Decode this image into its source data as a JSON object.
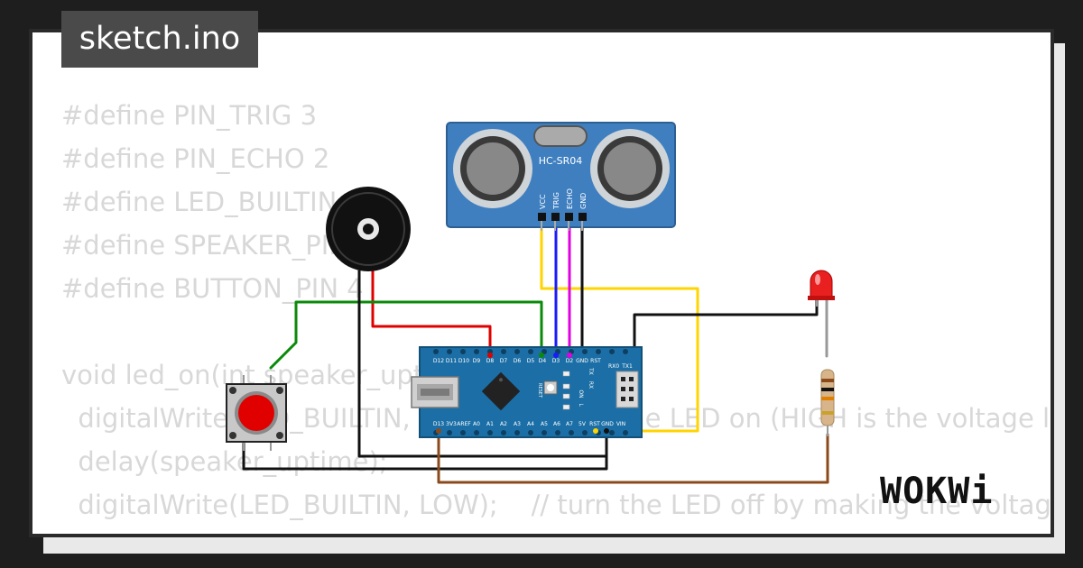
{
  "header": {
    "file_tab": "sketch.ino"
  },
  "code_lines": [
    "#define PIN_TRIG 3",
    "#define PIN_ECHO 2",
    "#define LED_BUILTIN 5",
    "#define SPEAKER_PIN 8",
    "#define BUTTON_PIN 4",
    "",
    "void led_on(int speaker_uptime){",
    "  digitalWrite(LED_BUILTIN, HIGH);   // turn the LED on (HIGH is the voltage level)",
    "  delay(speaker_uptime);",
    "  digitalWrite(LED_BUILTIN, LOW);    // turn the LED off by making the voltage LOW",
    "}"
  ],
  "sensor": {
    "model": "HC-SR04",
    "pins": [
      "VCC",
      "TRIG",
      "ECHO",
      "GND"
    ]
  },
  "board": {
    "top_pins": [
      "D12",
      "D11",
      "D10",
      "D9",
      "D8",
      "D7",
      "D6",
      "D5",
      "D4",
      "D3",
      "D2",
      "GND",
      "RST"
    ],
    "bottom_pins": [
      "D13",
      "3V3",
      "AREF",
      "A0",
      "A1",
      "A2",
      "A3",
      "A4",
      "A5",
      "A6",
      "A7",
      "5V",
      "RST",
      "GND",
      "VIN"
    ],
    "labels": [
      "RX0",
      "TX1",
      "TX",
      "RX",
      "ON",
      "L",
      "RESET"
    ]
  },
  "brand": {
    "logo_text": "WOKWi"
  },
  "colors": {
    "background": "#1e1e1e",
    "paper": "#ffffff",
    "code_text": "#d8d8d8",
    "tab_bg": "#4a4a4a",
    "board_blue": "#1c6fa6",
    "sensor_blue": "#3f7fc0",
    "wire_red": "#e00000",
    "wire_green": "#0a8a0a",
    "wire_yellow": "#ffd400",
    "wire_blue": "#1a1aff",
    "wire_magenta": "#e000e0",
    "wire_black": "#111111",
    "wire_brown": "#8b4a1c"
  }
}
